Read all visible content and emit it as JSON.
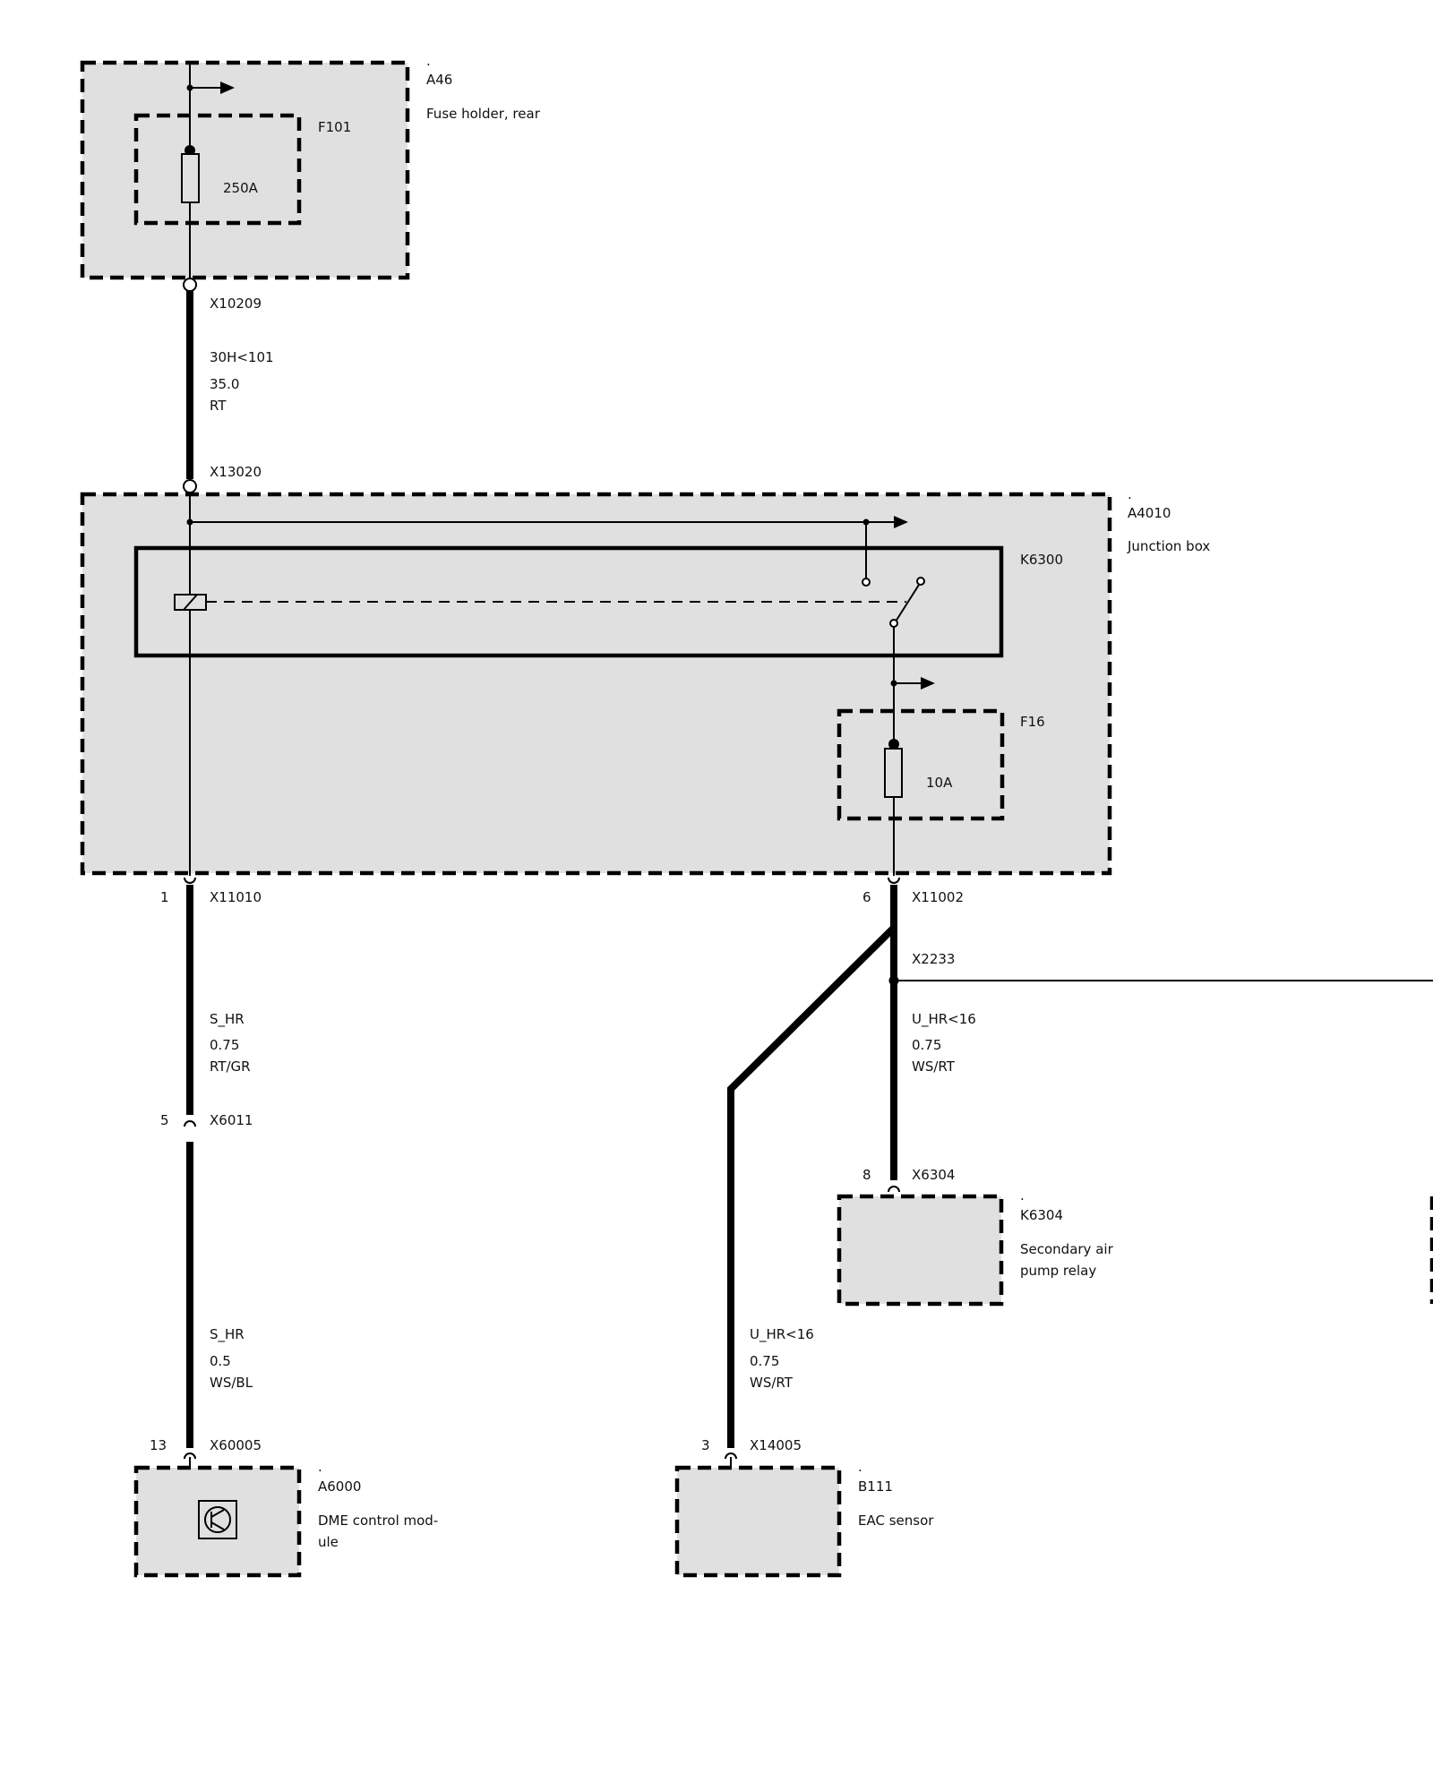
{
  "components": {
    "a46": {
      "dot": ".",
      "id": "A46",
      "name": "Fuse holder, rear"
    },
    "f101": {
      "id": "F101",
      "rating": "250A"
    },
    "a4010": {
      "dot": ".",
      "id": "A4010",
      "name": "Junction box"
    },
    "k6300": {
      "id": "K6300"
    },
    "f16": {
      "id": "F16",
      "rating": "10A"
    },
    "k6304": {
      "dot": ".",
      "id": "K6304",
      "name_line1": "Secondary air",
      "name_line2": "pump relay"
    },
    "a6000": {
      "dot": ".",
      "id": "A6000",
      "name_line1": "DME control mod-",
      "name_line2": "ule"
    },
    "b111": {
      "dot": ".",
      "id": "B111",
      "name": "EAC sensor"
    }
  },
  "connectors": {
    "x10209": "X10209",
    "x13020": "X13020",
    "x11010": {
      "pin": "1",
      "id": "X11010"
    },
    "x11002": {
      "pin": "6",
      "id": "X11002"
    },
    "x2233": "X2233",
    "x6011": {
      "pin": "5",
      "id": "X6011"
    },
    "x6304": {
      "pin": "8",
      "id": "X6304"
    },
    "x60005": {
      "pin": "13",
      "id": "X60005"
    },
    "x14005": {
      "pin": "3",
      "id": "X14005"
    }
  },
  "wires": {
    "w1": {
      "signal": "30H<101",
      "size": "35.0",
      "color": "RT"
    },
    "w2": {
      "signal": "S_HR",
      "size": "0.75",
      "color": "RT/GR"
    },
    "w3": {
      "signal": "U_HR<16",
      "size": "0.75",
      "color": "WS/RT"
    },
    "w4": {
      "signal": "S_HR",
      "size": "0.5",
      "color": "WS/BL"
    },
    "w5": {
      "signal": "U_HR<16",
      "size": "0.75",
      "color": "WS/RT"
    }
  }
}
